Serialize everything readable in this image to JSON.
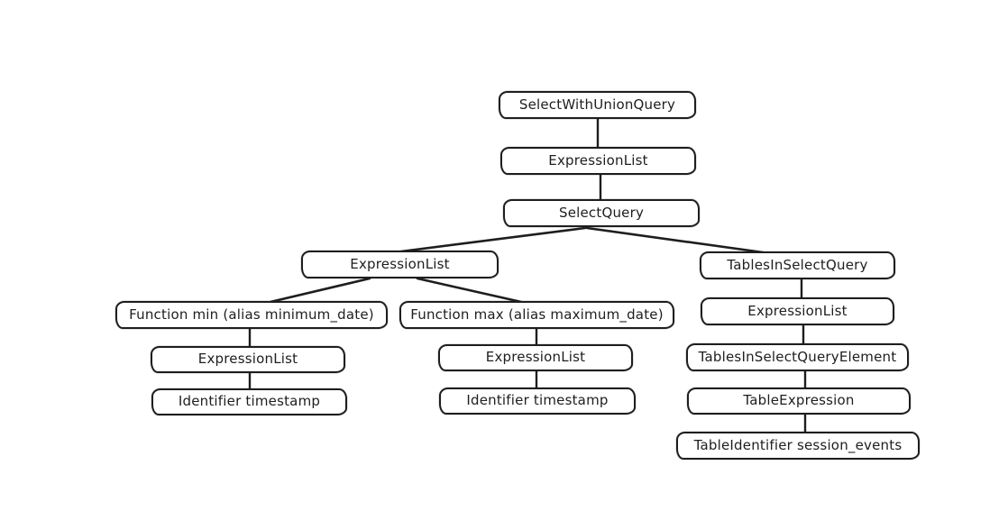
{
  "diagram": {
    "type": "tree",
    "description_style": "hand-drawn sketch (Excalidraw-like) AST tree",
    "colors": {
      "background": "#ffffff",
      "stroke": "#1e1e1e",
      "node_fill": "#ffffff",
      "text": "#1e1e1e"
    },
    "nodes": {
      "select_with_union_query": {
        "label": "SelectWithUnionQuery"
      },
      "expression_list_top": {
        "label": "ExpressionList"
      },
      "select_query": {
        "label": "SelectQuery"
      },
      "expression_list_select": {
        "label": "ExpressionList"
      },
      "tables_in_select_query": {
        "label": "TablesInSelectQuery"
      },
      "function_min": {
        "label": "Function min (alias minimum_date)"
      },
      "function_max": {
        "label": "Function max (alias maximum_date)"
      },
      "expression_list_tables": {
        "label": "ExpressionList"
      },
      "expression_list_min": {
        "label": "ExpressionList"
      },
      "expression_list_max": {
        "label": "ExpressionList"
      },
      "tables_in_select_query_element": {
        "label": "TablesInSelectQueryElement"
      },
      "identifier_timestamp_min": {
        "label": "Identifier timestamp"
      },
      "identifier_timestamp_max": {
        "label": "Identifier timestamp"
      },
      "table_expression": {
        "label": "TableExpression"
      },
      "table_identifier_session_events": {
        "label": "TableIdentifier session_events"
      }
    },
    "edges": [
      {
        "from": "select_with_union_query",
        "to": "expression_list_top"
      },
      {
        "from": "expression_list_top",
        "to": "select_query"
      },
      {
        "from": "select_query",
        "to": "expression_list_select"
      },
      {
        "from": "select_query",
        "to": "tables_in_select_query"
      },
      {
        "from": "expression_list_select",
        "to": "function_min"
      },
      {
        "from": "expression_list_select",
        "to": "function_max"
      },
      {
        "from": "function_min",
        "to": "expression_list_min"
      },
      {
        "from": "expression_list_min",
        "to": "identifier_timestamp_min"
      },
      {
        "from": "function_max",
        "to": "expression_list_max"
      },
      {
        "from": "expression_list_max",
        "to": "identifier_timestamp_max"
      },
      {
        "from": "tables_in_select_query",
        "to": "expression_list_tables"
      },
      {
        "from": "expression_list_tables",
        "to": "tables_in_select_query_element"
      },
      {
        "from": "tables_in_select_query_element",
        "to": "table_expression"
      },
      {
        "from": "table_expression",
        "to": "table_identifier_session_events"
      }
    ]
  }
}
